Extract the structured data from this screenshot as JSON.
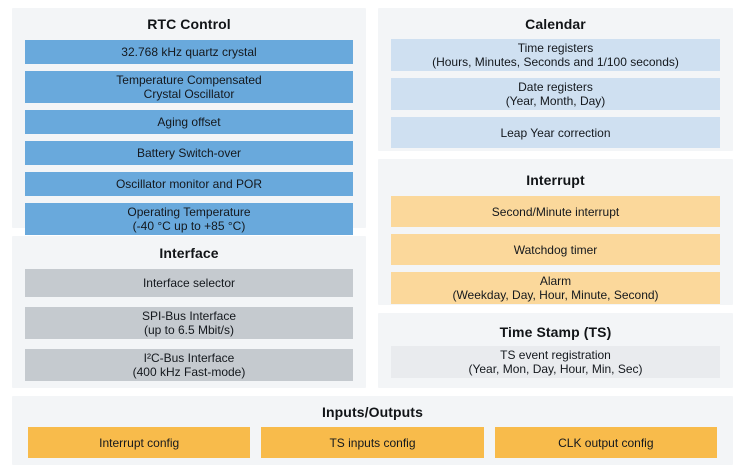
{
  "colors": {
    "page_background": "#ffffff",
    "panel_background": "#f3f5f7",
    "rtc_blue": "#69a9dc",
    "calendar_light_blue": "#cfe0f1",
    "interface_gray": "#c5cacf",
    "interrupt_light_orange": "#fbd89b",
    "io_orange": "#f8bb4b",
    "timestamp_light_gray": "#e9ebee",
    "text": "#14181d"
  },
  "sections": {
    "rtc_control": {
      "title": "RTC Control",
      "items": [
        {
          "lines": [
            "32.768 kHz quartz crystal"
          ]
        },
        {
          "lines": [
            "Temperature Compensated",
            "Crystal Oscillator"
          ]
        },
        {
          "lines": [
            "Aging offset"
          ]
        },
        {
          "lines": [
            "Battery Switch-over"
          ]
        },
        {
          "lines": [
            "Oscillator monitor and POR"
          ]
        },
        {
          "lines": [
            "Operating Temperature",
            "(-40 °C up to +85 °C)"
          ]
        }
      ]
    },
    "interface": {
      "title": "Interface",
      "items": [
        {
          "lines": [
            "Interface selector"
          ]
        },
        {
          "lines": [
            "SPI-Bus Interface",
            "(up to 6.5 Mbit/s)"
          ]
        },
        {
          "lines": [
            "I²C-Bus Interface",
            "(400 kHz Fast-mode)"
          ]
        }
      ]
    },
    "calendar": {
      "title": "Calendar",
      "items": [
        {
          "lines": [
            "Time registers",
            "(Hours, Minutes, Seconds and 1/100 seconds)"
          ]
        },
        {
          "lines": [
            "Date registers",
            "(Year, Month, Day)"
          ]
        },
        {
          "lines": [
            "Leap Year correction"
          ]
        }
      ]
    },
    "interrupt": {
      "title": "Interrupt",
      "items": [
        {
          "lines": [
            "Second/Minute interrupt"
          ]
        },
        {
          "lines": [
            "Watchdog timer"
          ]
        },
        {
          "lines": [
            "Alarm",
            "(Weekday, Day, Hour, Minute, Second)"
          ]
        }
      ]
    },
    "time_stamp": {
      "title": "Time Stamp (TS)",
      "items": [
        {
          "lines": [
            "TS event registration",
            "(Year, Mon, Day, Hour, Min, Sec)"
          ]
        }
      ]
    },
    "inputs_outputs": {
      "title": "Inputs/Outputs",
      "items": [
        {
          "lines": [
            "Interrupt config"
          ]
        },
        {
          "lines": [
            "TS inputs config"
          ]
        },
        {
          "lines": [
            "CLK output config"
          ]
        }
      ]
    }
  }
}
